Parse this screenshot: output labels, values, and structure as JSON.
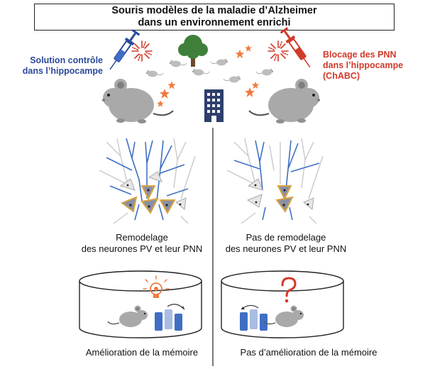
{
  "title": {
    "line1": "Souris modèles de la maladie d’Alzheimer",
    "line2": "dans un environnement enrichi"
  },
  "conditions": {
    "control": {
      "line1": "Solution contrôle",
      "line2": "dans l’hippocampe",
      "color": "#2b4a9a"
    },
    "blocked": {
      "line1": "Blocage des PNN",
      "line2": "dans l’hippocampe",
      "line3": "(ChABC)",
      "color": "#d13a2a"
    }
  },
  "neurons": {
    "left_caption": {
      "line1": "Remodelage",
      "line2": "des neurones PV et leur PNN"
    },
    "right_caption": {
      "line1": "Pas de remodelage",
      "line2": "des neurones PV et leur PNN"
    }
  },
  "memory": {
    "left_caption": "Amélioration de la mémoire",
    "right_caption": "Pas d’amélioration de la mémoire"
  },
  "colors": {
    "blue": "#3f6fc4",
    "red": "#d13a2a",
    "mouse_gray": "#a9a9a9",
    "orange": "#f07b3f",
    "tree_green": "#3f7f3a",
    "building_navy": "#2d3f6b",
    "pnn_gold": "#d9a441"
  }
}
